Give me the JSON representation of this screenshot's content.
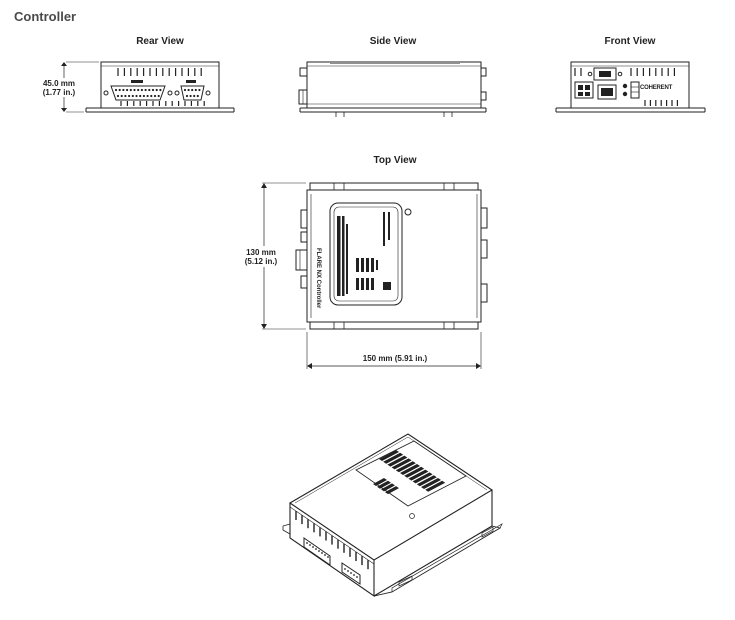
{
  "page": {
    "title": "Controller"
  },
  "views": {
    "rear": {
      "label": "Rear View"
    },
    "side": {
      "label": "Side View"
    },
    "front": {
      "label": "Front View"
    },
    "top": {
      "label": "Top View"
    }
  },
  "dimensions": {
    "height": {
      "line1": "45.0 mm",
      "line2": "(1.77 in.)"
    },
    "depth": {
      "line1": "130 mm",
      "line2": "(5.12 in.)"
    },
    "width": {
      "text": "150 mm (5.91 in.)"
    }
  },
  "labels": {
    "front_brand": "COHERENT",
    "product_name": "FLARE NX Controller"
  }
}
